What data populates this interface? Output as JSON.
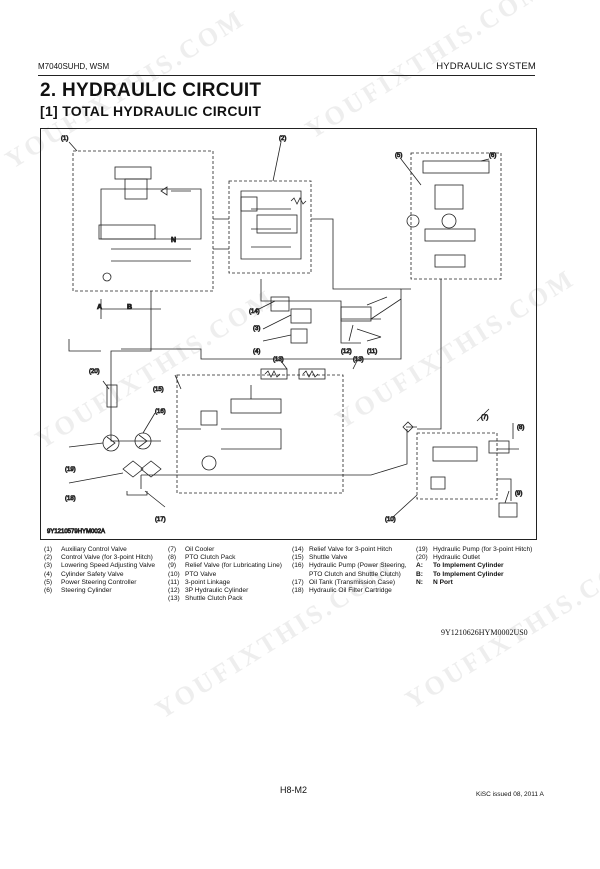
{
  "header": {
    "left": "M7040SUHD, WSM",
    "right": "HYDRAULIC SYSTEM"
  },
  "title": "2.  HYDRAULIC CIRCUIT",
  "subtitle": "[1]  TOTAL HYDRAULIC CIRCUIT",
  "diagram": {
    "image_code": "9Y1210579HYM002A",
    "callouts": [
      "(1)",
      "(2)",
      "(3)",
      "(4)",
      "(5)",
      "(6)",
      "(7)",
      "(8)",
      "(9)",
      "(10)",
      "(11)",
      "(12)",
      "(13)",
      "(13)",
      "(14)",
      "(15)",
      "(16)",
      "(17)",
      "(18)",
      "(19)",
      "(20)"
    ],
    "port_labels": {
      "a": "A",
      "b": "B",
      "n": "N"
    }
  },
  "legend": {
    "col1": [
      {
        "num": "(1)",
        "text": "Auxiliary Control Valve"
      },
      {
        "num": "(2)",
        "text": "Control Valve (for 3-point Hitch)"
      },
      {
        "num": "(3)",
        "text": "Lowering Speed Adjusting Valve"
      },
      {
        "num": "(4)",
        "text": "Cylinder Safety Valve"
      },
      {
        "num": "(5)",
        "text": "Power Steering Controller"
      },
      {
        "num": "(6)",
        "text": "Steering Cylinder"
      }
    ],
    "col2": [
      {
        "num": "(7)",
        "text": "Oil Cooler"
      },
      {
        "num": "(8)",
        "text": "PTO Clutch Pack"
      },
      {
        "num": "(9)",
        "text": "Relief Valve (for Lubricating Line)"
      },
      {
        "num": "(10)",
        "text": "PTO Valve"
      },
      {
        "num": "(11)",
        "text": "3-point Linkage"
      },
      {
        "num": "(12)",
        "text": "3P Hydraulic Cylinder"
      },
      {
        "num": "(13)",
        "text": "Shuttle Clutch Pack"
      }
    ],
    "col3": [
      {
        "num": "(14)",
        "text": "Relief Valve for 3-point Hitch"
      },
      {
        "num": "(15)",
        "text": "Shuttle Valve"
      },
      {
        "num": "(16)",
        "text": "Hydraulic Pump (Power Steering, PTO Clutch and Shuttle Clutch)"
      },
      {
        "num": "(17)",
        "text": "Oil Tank (Transmission Case)"
      },
      {
        "num": "(18)",
        "text": "Hydraulic Oil Filter Cartridge"
      }
    ],
    "col4": [
      {
        "num": "(19)",
        "text": "Hydraulic Pump (for 3-point Hitch)"
      },
      {
        "num": "(20)",
        "text": "Hydraulic Outlet"
      }
    ],
    "col4_bold": [
      {
        "num": "A:",
        "text": "To Implement Cylinder"
      },
      {
        "num": "B:",
        "text": "To Implement Cylinder"
      },
      {
        "num": "N:",
        "text": "N Port"
      }
    ]
  },
  "doc_code": "9Y1210626HYM0002US0",
  "footer": {
    "page": "H8-M2",
    "issue": "KiSC issued 08, 2011 A"
  },
  "watermark": "YOUFIXTHIS.COM"
}
